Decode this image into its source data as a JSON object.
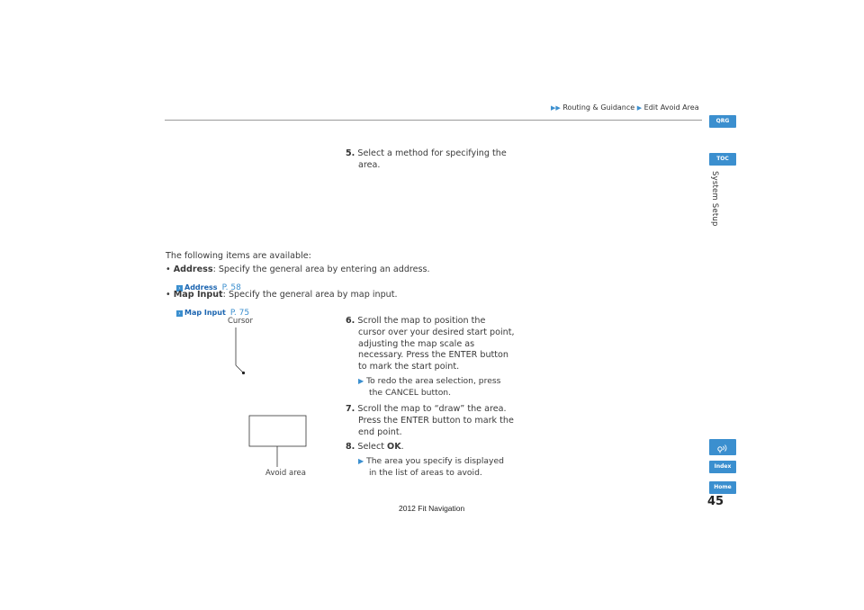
{
  "breadcrumb": {
    "part1": "Routing & Guidance",
    "part2": "Edit Avoid Area"
  },
  "side_tabs": {
    "qrg": "QRG",
    "toc": "TOC",
    "index": "Index",
    "home": "Home",
    "section_title": "System Setup"
  },
  "icons": {
    "voice": "voice-command-icon",
    "link": "link-arrow-icon",
    "bullet_arrow": "triangle-arrow-icon"
  },
  "accent_color": "#3b8fcf",
  "step5": {
    "num": "5.",
    "line1": "Select a method for specifying the",
    "line2": "area."
  },
  "intro": "The following items are available:",
  "items": [
    {
      "bullet": "•",
      "name": "Address",
      "desc": ": Specify the general area by entering an address.",
      "link_label": "Address",
      "link_page": "P. 58"
    },
    {
      "bullet": "•",
      "name": "Map Input",
      "desc": ": Specify the general area by map input.",
      "link_label": "Map Input",
      "link_page": "P. 75"
    }
  ],
  "diagram": {
    "cursor_label": "Cursor",
    "avoid_label": "Avoid area"
  },
  "step6": {
    "num": "6.",
    "lines": [
      "Scroll the map to position the",
      "cursor over your desired start point,",
      "adjusting the map scale as",
      "necessary. Press the ENTER button",
      "to mark the start point."
    ],
    "sub_lines": [
      "To redo the area selection, press",
      "the CANCEL button."
    ]
  },
  "step7": {
    "num": "7.",
    "lines": [
      "Scroll the map to “draw” the area.",
      "Press the ENTER button to mark the",
      "end point."
    ]
  },
  "step8": {
    "num": "8.",
    "text_before": "Select ",
    "text_bold": "OK",
    "text_after": ".",
    "sub_lines": [
      "The area you specify is displayed",
      "in the list of areas to avoid."
    ]
  },
  "page_number": "45",
  "footer": "2012 Fit Navigation"
}
